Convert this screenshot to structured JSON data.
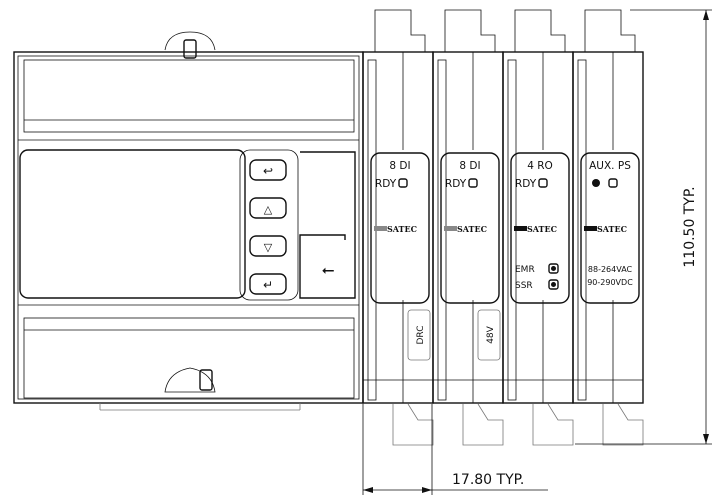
{
  "modules": [
    {
      "title": "8 DI",
      "status": "RDY",
      "brand": "SATEC",
      "side_label": "DRC"
    },
    {
      "title": "8 DI",
      "status": "RDY",
      "brand": "SATEC",
      "side_label": "48V"
    },
    {
      "title": "4 RO",
      "status": "RDY",
      "brand": "SATEC",
      "extra": [
        "EMR",
        "SSR"
      ]
    },
    {
      "title": "AUX. PS",
      "brand": "SATEC",
      "extra": [
        "88-264VAC",
        "90-290VDC"
      ]
    }
  ],
  "dimensions": {
    "height": "110.50 TYP.",
    "width": "17.80 TYP."
  }
}
